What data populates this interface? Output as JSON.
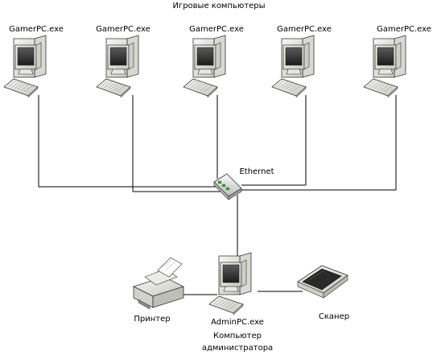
{
  "group_title": "Игровые компьютеры",
  "gamer_pcs": [
    {
      "label": "GamerPC.exe"
    },
    {
      "label": "GamerPC.exe"
    },
    {
      "label": "GamerPC.exe"
    },
    {
      "label": "GamerPC.exe"
    },
    {
      "label": "GamerPC.exe"
    }
  ],
  "hub": {
    "label": "Ethernet"
  },
  "admin": {
    "exe_label": "AdminPC.exe",
    "role_line1": "Компьютер",
    "role_line2": "администратора"
  },
  "printer": {
    "label": "Принтер"
  },
  "scanner": {
    "label": "Сканер"
  }
}
